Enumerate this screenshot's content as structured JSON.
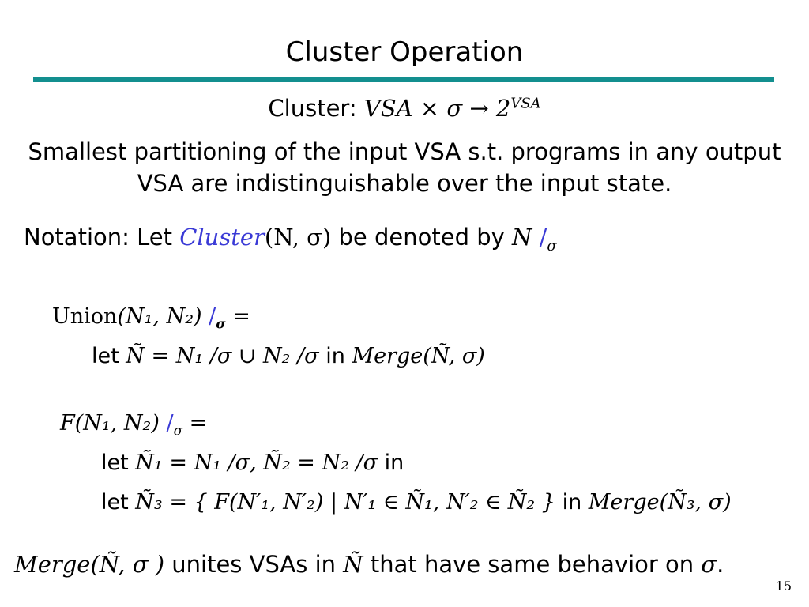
{
  "slide": {
    "title": "Cluster Operation",
    "signature": {
      "label": "Cluster:",
      "expr": "VSA × σ → 2",
      "sup": "VSA"
    },
    "description": "Smallest partitioning of the input VSA s.t. programs in any output VSA are indistinguishable over the input state.",
    "notation": {
      "prefix": "Notation: Let",
      "term": "Cluster",
      "args": "(N, σ)",
      "middle": "be denoted  by",
      "var": "N",
      "slash": "/",
      "sub": "σ"
    },
    "union_rule": {
      "lhs_fn": "Union",
      "lhs_args": "(N₁, N₂)",
      "slash": "/",
      "sigma": "σ",
      "eq": "=",
      "let": "let",
      "body": "Ñ = N₁ /σ ∪ N₂ /σ",
      "in": "in",
      "result": "Merge(Ñ, σ)"
    },
    "f_rule": {
      "lhs": "F(N₁, N₂)",
      "slash": "/",
      "sigma": "σ",
      "eq": "=",
      "let1": "let",
      "bind1": "Ñ₁ = N₁ /σ,  Ñ₂ = N₂ /σ",
      "in1": "in",
      "let2": "let",
      "bind2": "Ñ₃ = { F(N′₁, N′₂) | N′₁ ∈ Ñ₁, N′₂ ∈ Ñ₂ }",
      "in2": "in",
      "result": "Merge(Ñ₃, σ)"
    },
    "footer": {
      "term": "Merge(Ñ, σ )",
      "text1": "unites VSAs in",
      "var": "Ñ",
      "text2": "that have same behavior on",
      "sigma": "σ",
      "period": "."
    },
    "page_number": "15"
  }
}
